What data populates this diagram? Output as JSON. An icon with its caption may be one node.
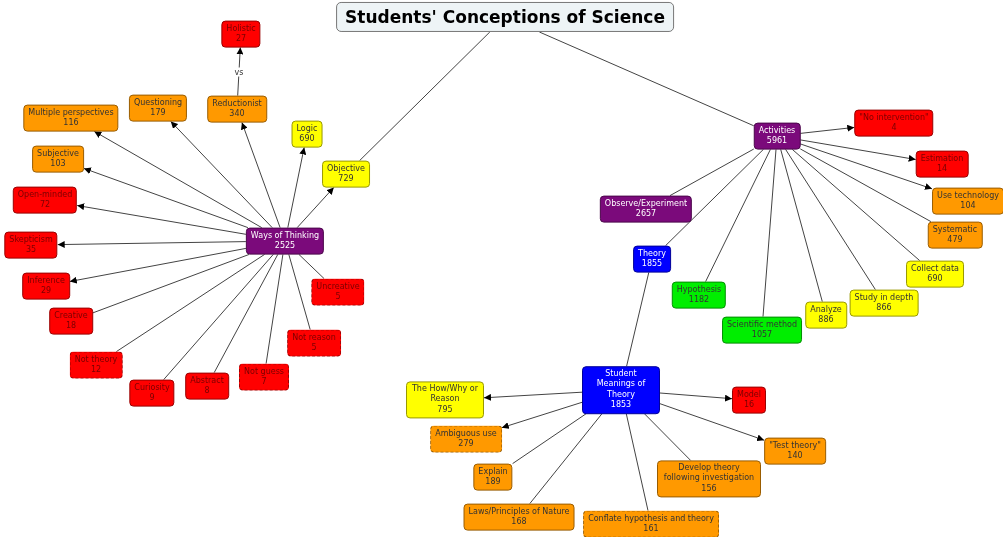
{
  "diagram": {
    "nodes": [
      {
        "text": [
          "Students' Conceptions of Science"
        ]
      },
      {
        "text": [
          "Ways of Thinking",
          "2525"
        ]
      },
      {
        "text": [
          "Holistic",
          "27"
        ]
      },
      {
        "text": [
          "Reductionist",
          "340"
        ]
      },
      {
        "text": [
          "Questioning",
          "179"
        ]
      },
      {
        "text": [
          "Multiple perspectives",
          "116"
        ]
      },
      {
        "text": [
          "Logic",
          "690"
        ]
      },
      {
        "text": [
          "Objective",
          "729"
        ]
      },
      {
        "text": [
          "Subjective",
          "103"
        ]
      },
      {
        "text": [
          "Open-minded",
          "72"
        ]
      },
      {
        "text": [
          "Skepticism",
          "35"
        ]
      },
      {
        "text": [
          "Inference",
          "29"
        ]
      },
      {
        "text": [
          "Creative",
          "18"
        ]
      },
      {
        "text": [
          "Not theory",
          "12"
        ]
      },
      {
        "text": [
          "Curiosity",
          "9"
        ]
      },
      {
        "text": [
          "Abstract",
          "8"
        ]
      },
      {
        "text": [
          "Not guess",
          "7"
        ]
      },
      {
        "text": [
          "Not reason",
          "5"
        ]
      },
      {
        "text": [
          "Uncreative",
          "5"
        ]
      },
      {
        "text": [
          "Activities",
          "5961"
        ]
      },
      {
        "text": [
          "\"No intervention\"",
          "4"
        ]
      },
      {
        "text": [
          "Estimation",
          "14"
        ]
      },
      {
        "text": [
          "Use technology",
          "104"
        ]
      },
      {
        "text": [
          "Systematic",
          "479"
        ]
      },
      {
        "text": [
          "Collect data",
          "690"
        ]
      },
      {
        "text": [
          "Study in depth",
          "866"
        ]
      },
      {
        "text": [
          "Analyze",
          "886"
        ]
      },
      {
        "text": [
          "Scientific method",
          "1057"
        ]
      },
      {
        "text": [
          "Hypothesis",
          "1182"
        ]
      },
      {
        "text": [
          "Observe/Experiment",
          "2657"
        ]
      },
      {
        "text": [
          "Theory",
          "1855"
        ]
      },
      {
        "text": [
          "Student Meanings of Theory",
          "1853"
        ]
      },
      {
        "text": [
          "The How/Why or Reason",
          "795"
        ]
      },
      {
        "text": [
          "Model",
          "16"
        ]
      },
      {
        "text": [
          "Ambiguous use",
          "279"
        ]
      },
      {
        "text": [
          "\"Test theory\"",
          "140"
        ]
      },
      {
        "text": [
          "Explain",
          "189"
        ]
      },
      {
        "text": [
          "Develop theory following investigation",
          "156"
        ]
      },
      {
        "text": [
          "Laws/Principles of Nature",
          "168"
        ]
      },
      {
        "text": [
          "Conflate hypothesis and theory",
          "161"
        ]
      }
    ],
    "edges": [
      {
        "from": 0,
        "to": 7,
        "arrow": "none"
      },
      {
        "from": 0,
        "to": 19,
        "arrow": "none"
      },
      {
        "from": 1,
        "to": 7,
        "arrow": "to"
      },
      {
        "from": 1,
        "to": 6,
        "arrow": "to"
      },
      {
        "from": 1,
        "to": 3,
        "arrow": "to"
      },
      {
        "from": 3,
        "to": 2,
        "arrow": "to",
        "label": "vs"
      },
      {
        "from": 1,
        "to": 4,
        "arrow": "to"
      },
      {
        "from": 1,
        "to": 5,
        "arrow": "to"
      },
      {
        "from": 1,
        "to": 8,
        "arrow": "to"
      },
      {
        "from": 1,
        "to": 9,
        "arrow": "to"
      },
      {
        "from": 1,
        "to": 10,
        "arrow": "to"
      },
      {
        "from": 1,
        "to": 11,
        "arrow": "to"
      },
      {
        "from": 1,
        "to": 12,
        "arrow": "none"
      },
      {
        "from": 1,
        "to": 13,
        "arrow": "none"
      },
      {
        "from": 1,
        "to": 14,
        "arrow": "none"
      },
      {
        "from": 1,
        "to": 15,
        "arrow": "none"
      },
      {
        "from": 1,
        "to": 16,
        "arrow": "none"
      },
      {
        "from": 1,
        "to": 17,
        "arrow": "none"
      },
      {
        "from": 1,
        "to": 18,
        "arrow": "none"
      },
      {
        "from": 19,
        "to": 20,
        "arrow": "to"
      },
      {
        "from": 19,
        "to": 21,
        "arrow": "to"
      },
      {
        "from": 19,
        "to": 22,
        "arrow": "to"
      },
      {
        "from": 19,
        "to": 23,
        "arrow": "none"
      },
      {
        "from": 19,
        "to": 24,
        "arrow": "none"
      },
      {
        "from": 19,
        "to": 25,
        "arrow": "none"
      },
      {
        "from": 19,
        "to": 26,
        "arrow": "none"
      },
      {
        "from": 19,
        "to": 27,
        "arrow": "none"
      },
      {
        "from": 19,
        "to": 28,
        "arrow": "none"
      },
      {
        "from": 19,
        "to": 30,
        "arrow": "none"
      },
      {
        "from": 19,
        "to": 29,
        "arrow": "none"
      },
      {
        "from": 30,
        "to": 31,
        "arrow": "none"
      },
      {
        "from": 31,
        "to": 32,
        "arrow": "to"
      },
      {
        "from": 31,
        "to": 33,
        "arrow": "to"
      },
      {
        "from": 31,
        "to": 34,
        "arrow": "to"
      },
      {
        "from": 31,
        "to": 35,
        "arrow": "to"
      },
      {
        "from": 31,
        "to": 36,
        "arrow": "none"
      },
      {
        "from": 31,
        "to": 38,
        "arrow": "none"
      },
      {
        "from": 31,
        "to": 39,
        "arrow": "none"
      },
      {
        "from": 31,
        "to": 37,
        "arrow": "none"
      }
    ]
  }
}
